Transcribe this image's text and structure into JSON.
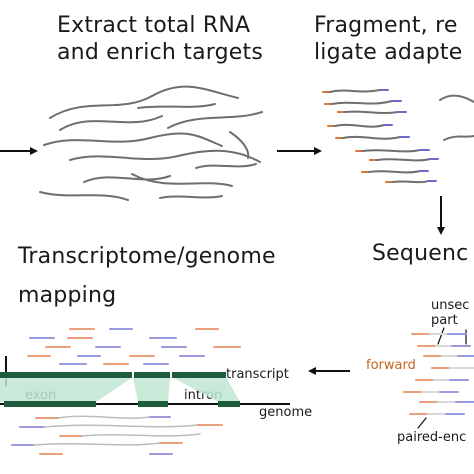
{
  "steps": {
    "extract_line1": "Extract total RNA",
    "extract_line2": "and enrich targets",
    "fragment_line1": "Fragment, re",
    "fragment_line2": "ligate adapte",
    "sequencing": "Sequenc",
    "mapping_line1": "Transcriptome/genome",
    "mapping_line2": "mapping"
  },
  "mapping_labels": {
    "transcript": "transcript",
    "exon": "exon",
    "intron": "intron",
    "genome": "genome"
  },
  "sequencing_labels": {
    "unsequenced_line1": "unsec",
    "unsequenced_line2": "part",
    "forward": "forward",
    "paired_end": "paired-enc"
  },
  "colors": {
    "rna_strand": "#6f6f6f",
    "adapter_orange": "#d9763a",
    "adapter_purple": "#6a6acf",
    "read_orange": "#e8a07a",
    "read_purple": "#9a9ae0",
    "exon_dark": "#1e5c3e",
    "exon_fill": "#bfe6d2",
    "forward_label": "#c8641e"
  }
}
